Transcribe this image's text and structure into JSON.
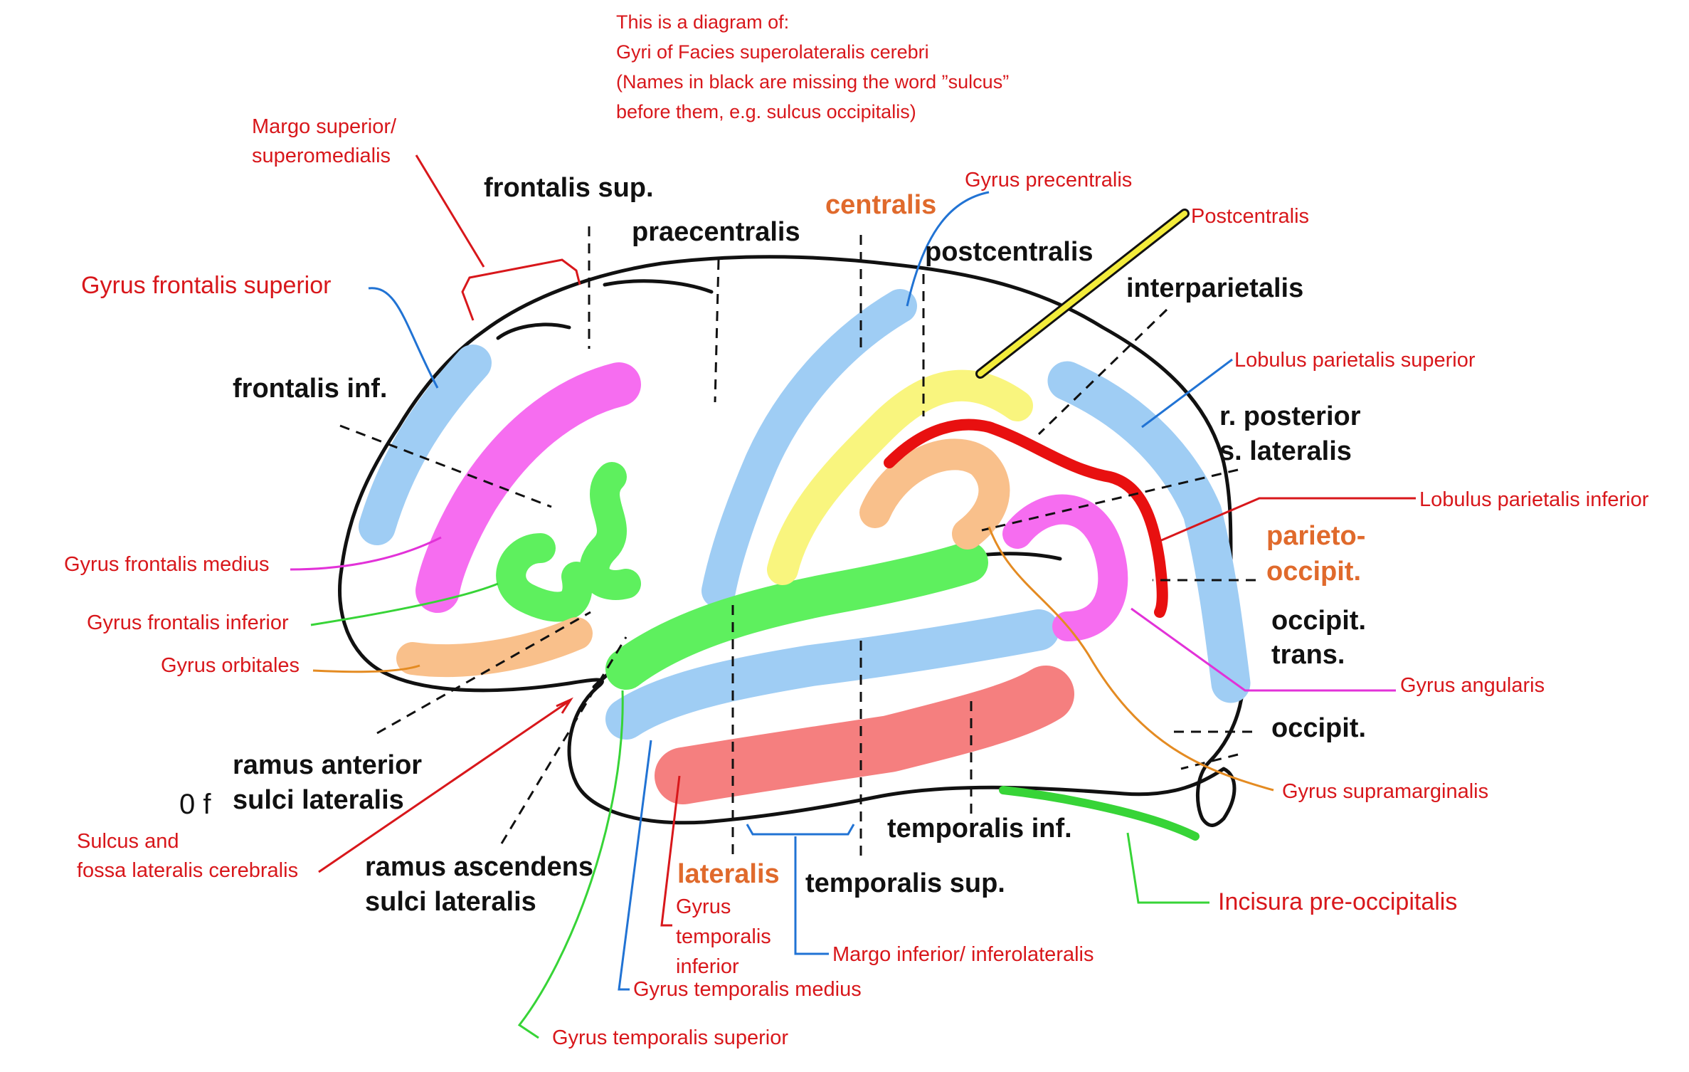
{
  "intro": {
    "line1": "This is a diagram of:",
    "line2": "Gyri of Facies superolateralis cerebri",
    "line3": "(Names in black are missing the word ”sulcus”",
    "line4": "before them, e.g. sulcus occipitalis)"
  },
  "sulci": {
    "frontalis_sup": "frontalis sup.",
    "frontalis_inf": "frontalis inf.",
    "praecentralis": "praecentralis",
    "centralis": "centralis",
    "postcentralis": "postcentralis",
    "interparietalis": "interparietalis",
    "r_posterior_1": "r. posterior",
    "r_posterior_2": "s. lateralis",
    "parieto_1": "parieto-",
    "parieto_2": "occipit.",
    "occipit_trans_1": "occipit.",
    "occipit_trans_2": "trans.",
    "occipit": "occipit.",
    "temporalis_inf": "temporalis inf.",
    "temporalis_sup": "temporalis sup.",
    "lateralis": "lateralis",
    "ramus_anterior_1": "ramus anterior",
    "ramus_anterior_2": "sulci lateralis",
    "of_note": "0 f",
    "ramus_ascendens_1": "ramus ascendens",
    "ramus_ascendens_2": "sulci lateralis"
  },
  "labels": {
    "margo_sup_1": "Margo superior/",
    "margo_sup_2": "superomedialis",
    "gyrus_frontalis_superior": "Gyrus frontalis superior",
    "gyrus_frontalis_medius": "Gyrus frontalis medius",
    "gyrus_frontalis_inferior": "Gyrus frontalis inferior",
    "gyrus_orbitales": "Gyrus orbitales",
    "sulcus_fossa_1": "Sulcus and",
    "sulcus_fossa_2": "fossa lateralis cerebralis",
    "gyrus_precentralis": "Gyrus precentralis",
    "postcentralis": "Postcentralis",
    "lobulus_parietalis_superior": "Lobulus parietalis superior",
    "lobulus_parietalis_inferior": "Lobulus parietalis inferior",
    "gyrus_angularis": "Gyrus angularis",
    "gyrus_supramarginalis": "Gyrus supramarginalis",
    "incisura_pre_occipitalis": "Incisura pre-occipitalis",
    "margo_inf": "Margo inferior/ inferolateralis",
    "gti_1": "Gyrus",
    "gti_2": "temporalis",
    "gti_3": "inferior",
    "gyrus_temporalis_medius": "Gyrus temporalis medius",
    "gyrus_temporalis_superior": "Gyrus temporalis superior"
  },
  "colors": {
    "label_red": "#d8171b",
    "sulcus_orange": "#e06a2c",
    "blue_gyrus": "#9fcdf4",
    "pink_gyrus": "#f66df0",
    "green_gyrus": "#5ef05e",
    "orange_gyrus": "#f9c08b",
    "yellow_gyrus": "#f9f57e",
    "red_gyrus": "#f57f7f",
    "red_line": "#e81010",
    "pointer_blue": "#2173d4",
    "pointer_green": "#37d437",
    "pointer_orange": "#e48b22",
    "pointer_magenta": "#e232d8"
  }
}
